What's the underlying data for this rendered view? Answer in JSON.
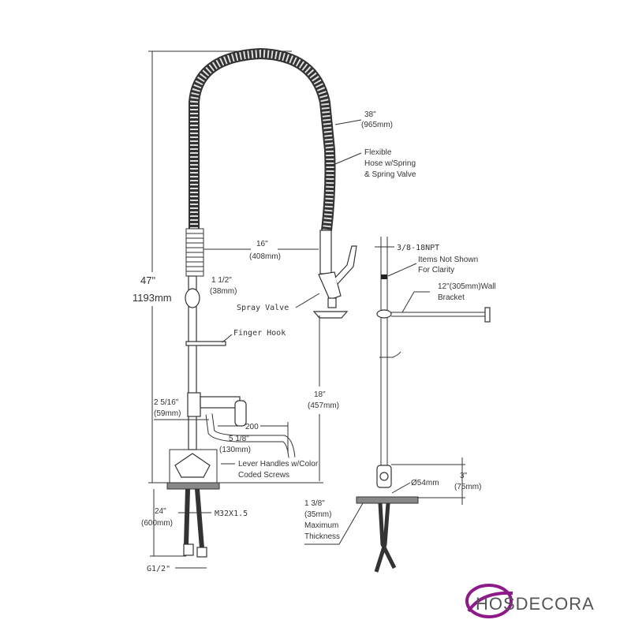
{
  "dimensions": {
    "overall_height_in": "47\"",
    "overall_height_mm": "1193mm",
    "hose_length_in": "38\"",
    "hose_length_mm": "(965mm)",
    "reach_in": "16\"",
    "reach_mm": "(408mm)",
    "spring_dia_in": "1 1/2\"",
    "spring_dia_mm": "(38mm)",
    "spout_height_in": "2 5/16\"",
    "spout_height_mm": "(59mm)",
    "spout_reach": "200",
    "spout_width_in": "5 1/8\"",
    "spout_width_mm": "(130mm)",
    "spray_height_in": "18\"",
    "spray_height_mm": "(457mm)",
    "supply_length_in": "24\"",
    "supply_length_mm": "(600mm)",
    "thread": "M32X1.5",
    "inlet": "G1/2\"",
    "npt": "3/8-18NPT",
    "base_height_in": "3\"",
    "base_height_mm": "(75mm)",
    "base_dia": "Ø54mm",
    "max_thickness_in": "1 3/8\"",
    "max_thickness_mm": "(35mm)"
  },
  "labels": {
    "hose_line1": "Flexible",
    "hose_line2": "Hose w/Spring",
    "hose_line3": "& Spring Valve",
    "spray_valve": "Spray Valve",
    "finger_hook": "Finger Hook",
    "lever_line1": "Lever Handles w/Color",
    "lever_line2": "Coded Screws",
    "items_line1": "Items Not Shown",
    "items_line2": "For Clarity",
    "bracket_line1": "12\"(305mm)Wall",
    "bracket_line2": "Bracket",
    "thickness_line1": "Maximum",
    "thickness_line2": "Thickness"
  },
  "logo": {
    "text": "HOSDECORA",
    "accent": "#8e1a8a"
  }
}
